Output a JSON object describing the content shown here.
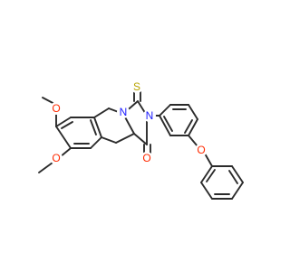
{
  "molecule": {
    "atom_labels": {
      "o_top": "O",
      "o_bottom": "O",
      "n_ring_top": "N",
      "n_ring_right": "N",
      "s_thione": "S",
      "o_carbonyl": "O",
      "o_ether": "O"
    },
    "colors": {
      "bond": "#2b2b2b",
      "oxygen": "#ff2a00",
      "nitrogen": "#1a1aff",
      "sulfur": "#b8a400"
    }
  }
}
